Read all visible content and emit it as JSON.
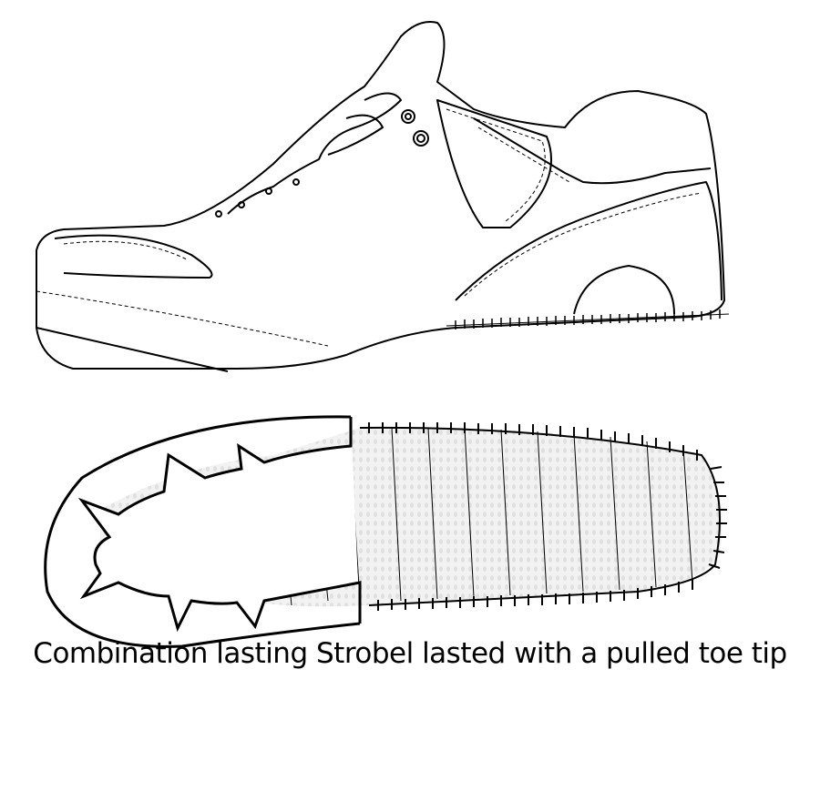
{
  "diagram": {
    "title": "Combination lasting Strobel lasted with a pulled toe tip",
    "parts": [
      {
        "name": "side view of sneaker",
        "position": "top"
      },
      {
        "name": "bottom view of sole with strobel stitching and pulled toe tip",
        "position": "bottom"
      }
    ],
    "colors": {
      "line": "#000000",
      "fill": "#ffffff",
      "strobel_fill": "#eeeeee"
    }
  }
}
